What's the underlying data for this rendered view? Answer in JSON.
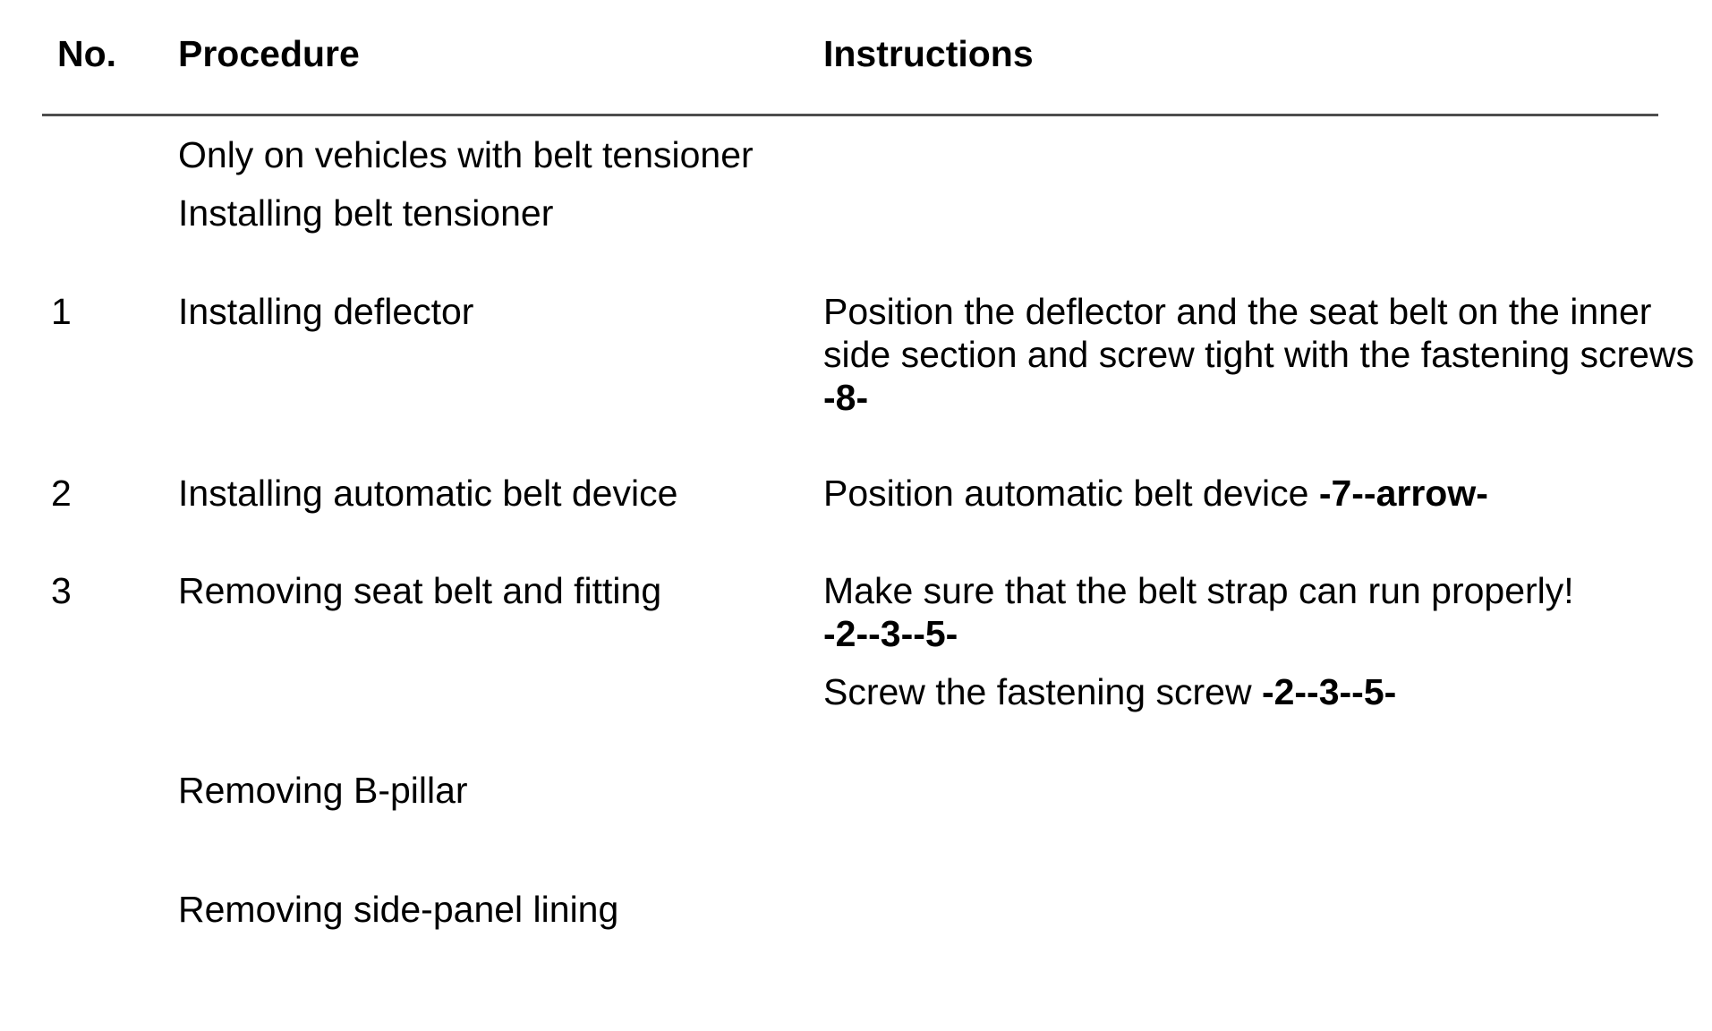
{
  "page": {
    "background": "#ffffff",
    "text_color": "#000000",
    "rule_color": "#4d4d4d"
  },
  "table": {
    "headers": {
      "no": "No.",
      "procedure": "Procedure",
      "instructions": "Instructions"
    },
    "intro": {
      "line1": "Only on vehicles with belt tensioner",
      "line2": "Installing belt tensioner"
    },
    "rows": [
      {
        "no": "1",
        "procedure": "Installing deflector",
        "instructions": {
          "line1": "Position the deflector and the seat belt on the inner",
          "line2": "side section and screw tight with the fastening screws",
          "line3_bold": "-8-"
        }
      },
      {
        "no": "2",
        "procedure": "Installing automatic belt device",
        "instructions": {
          "text": "Position automatic belt device ",
          "bold": "-7--arrow-"
        }
      },
      {
        "no": "3",
        "procedure": "Removing seat belt and fitting",
        "instructions": {
          "para1_line1": "Make sure that the belt strap can run properly!",
          "para1_line2_bold": "-2--3--5-",
          "para2_text": "Screw the fastening screw ",
          "para2_bold": "-2--3--5-"
        }
      },
      {
        "no": "",
        "procedure": "Removing B-pillar"
      },
      {
        "no": "",
        "procedure": "Removing side-panel lining"
      }
    ]
  }
}
